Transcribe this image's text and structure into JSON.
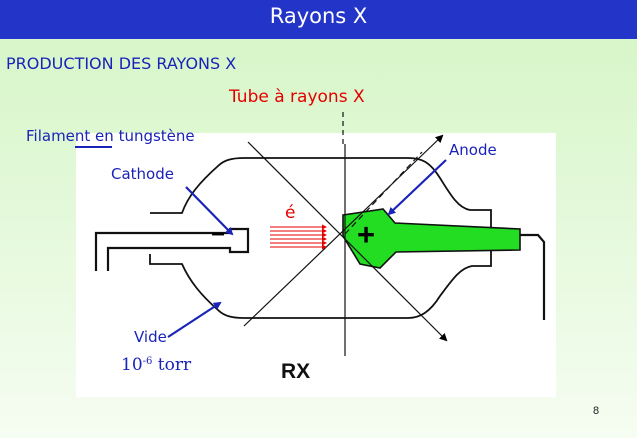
{
  "slide": {
    "title": "Rayons X",
    "section": "PRODUCTION DES RAYONS X",
    "page_number": "8"
  },
  "diagram": {
    "title": "Tube à rayons X",
    "labels": {
      "filament": "Filament en tungstène",
      "cathode": "Cathode",
      "anode": "Anode",
      "vacuum": "Vide",
      "pressure_base": "10",
      "pressure_exponent": "-6",
      "pressure_unit": " torr",
      "electron": "é",
      "xray": "RX",
      "minus": "−",
      "plus": "+"
    }
  },
  "colors": {
    "header": "#2334c8",
    "background": "#d7f6c9",
    "text_blue": "#1a23b8",
    "text_red": "#e40000",
    "anode_green": "#22dd22",
    "arrow_blue": "#1a23b8"
  }
}
